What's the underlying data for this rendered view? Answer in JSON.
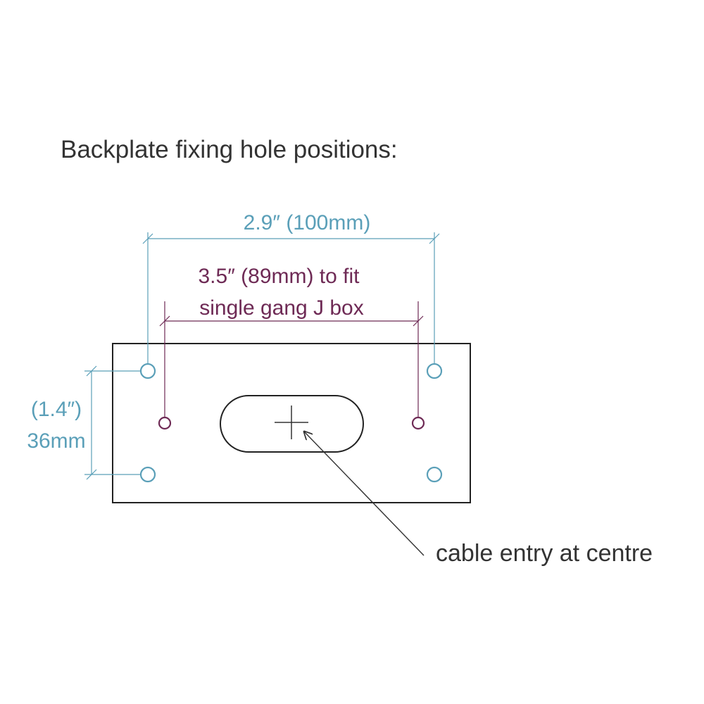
{
  "title": "Backplate fixing hole positions:",
  "dimensions": {
    "outer_width": "2.9″ (100mm)",
    "inner_width_line1": "3.5″ (89mm) to fit",
    "inner_width_line2": "single gang J box",
    "vertical_inches": "(1.4″)",
    "vertical_mm": "36mm"
  },
  "callout": {
    "label": "cable entry at centre"
  },
  "colors": {
    "blue": "#5a9fb8",
    "purple": "#6e2a55",
    "outline": "#222222",
    "text": "#333333"
  }
}
